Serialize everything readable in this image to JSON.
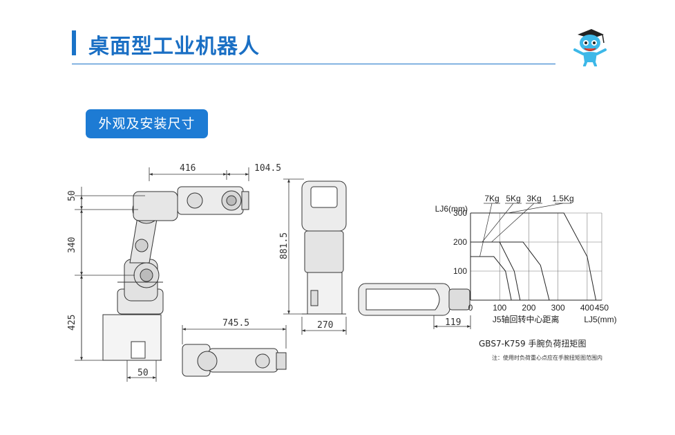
{
  "page": {
    "title": "桌面型工业机器人",
    "section_badge": "外观及安装尺寸"
  },
  "colors": {
    "accent": "#1a73c8",
    "badge_bg": "#1d7bd4"
  },
  "dimensions": {
    "side_width": "416",
    "side_offset": "104.5",
    "side_v1": "50",
    "side_v2": "340",
    "side_v3": "425",
    "base_width": "50",
    "front_height": "881.5",
    "front_width": "270",
    "top_length": "745.5",
    "flange_offset": "119"
  },
  "chart_data": {
    "type": "line",
    "title": "GBS7-K759 手腕负荷扭矩图",
    "note": "注：使用时负荷重心点应在手腕扭矩图范围内",
    "xlabel": "J5轴回转中心距离",
    "xunit": "LJ5(mm)",
    "ylabel": "LJ6(mm)",
    "xlim": [
      0,
      450
    ],
    "ylim": [
      0,
      300
    ],
    "x_ticks": [
      "0",
      "100",
      "200",
      "300",
      "400",
      "450"
    ],
    "y_ticks": [
      "100",
      "200",
      "300"
    ],
    "series": [
      {
        "name": "7Kg",
        "x": [
          0,
          80,
          120,
          140
        ],
        "y": [
          150,
          150,
          100,
          0
        ]
      },
      {
        "name": "5Kg",
        "x": [
          0,
          100,
          150,
          170
        ],
        "y": [
          200,
          200,
          100,
          0
        ]
      },
      {
        "name": "3Kg",
        "x": [
          0,
          180,
          240,
          270
        ],
        "y": [
          200,
          200,
          120,
          0
        ]
      },
      {
        "name": "1.5Kg",
        "x": [
          0,
          320,
          400,
          430
        ],
        "y": [
          300,
          300,
          150,
          0
        ]
      }
    ]
  }
}
